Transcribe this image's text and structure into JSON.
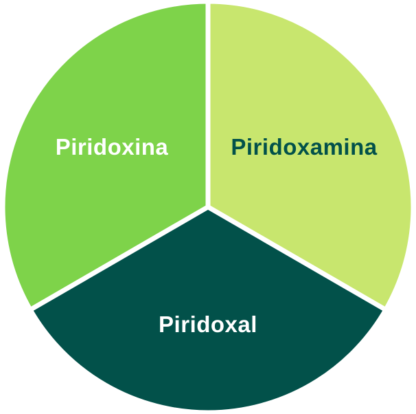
{
  "chart_data": {
    "type": "pie",
    "title": "",
    "categories": [
      "Piridoxina",
      "Piridoxamina",
      "Piridoxal"
    ],
    "values": [
      1,
      1,
      1
    ],
    "colors": [
      "#7ed34a",
      "#c8e66e",
      "#02514a"
    ],
    "label_colors": [
      "#ffffff",
      "#02514a",
      "#ffffff"
    ],
    "separator_color": "#ffffff"
  }
}
